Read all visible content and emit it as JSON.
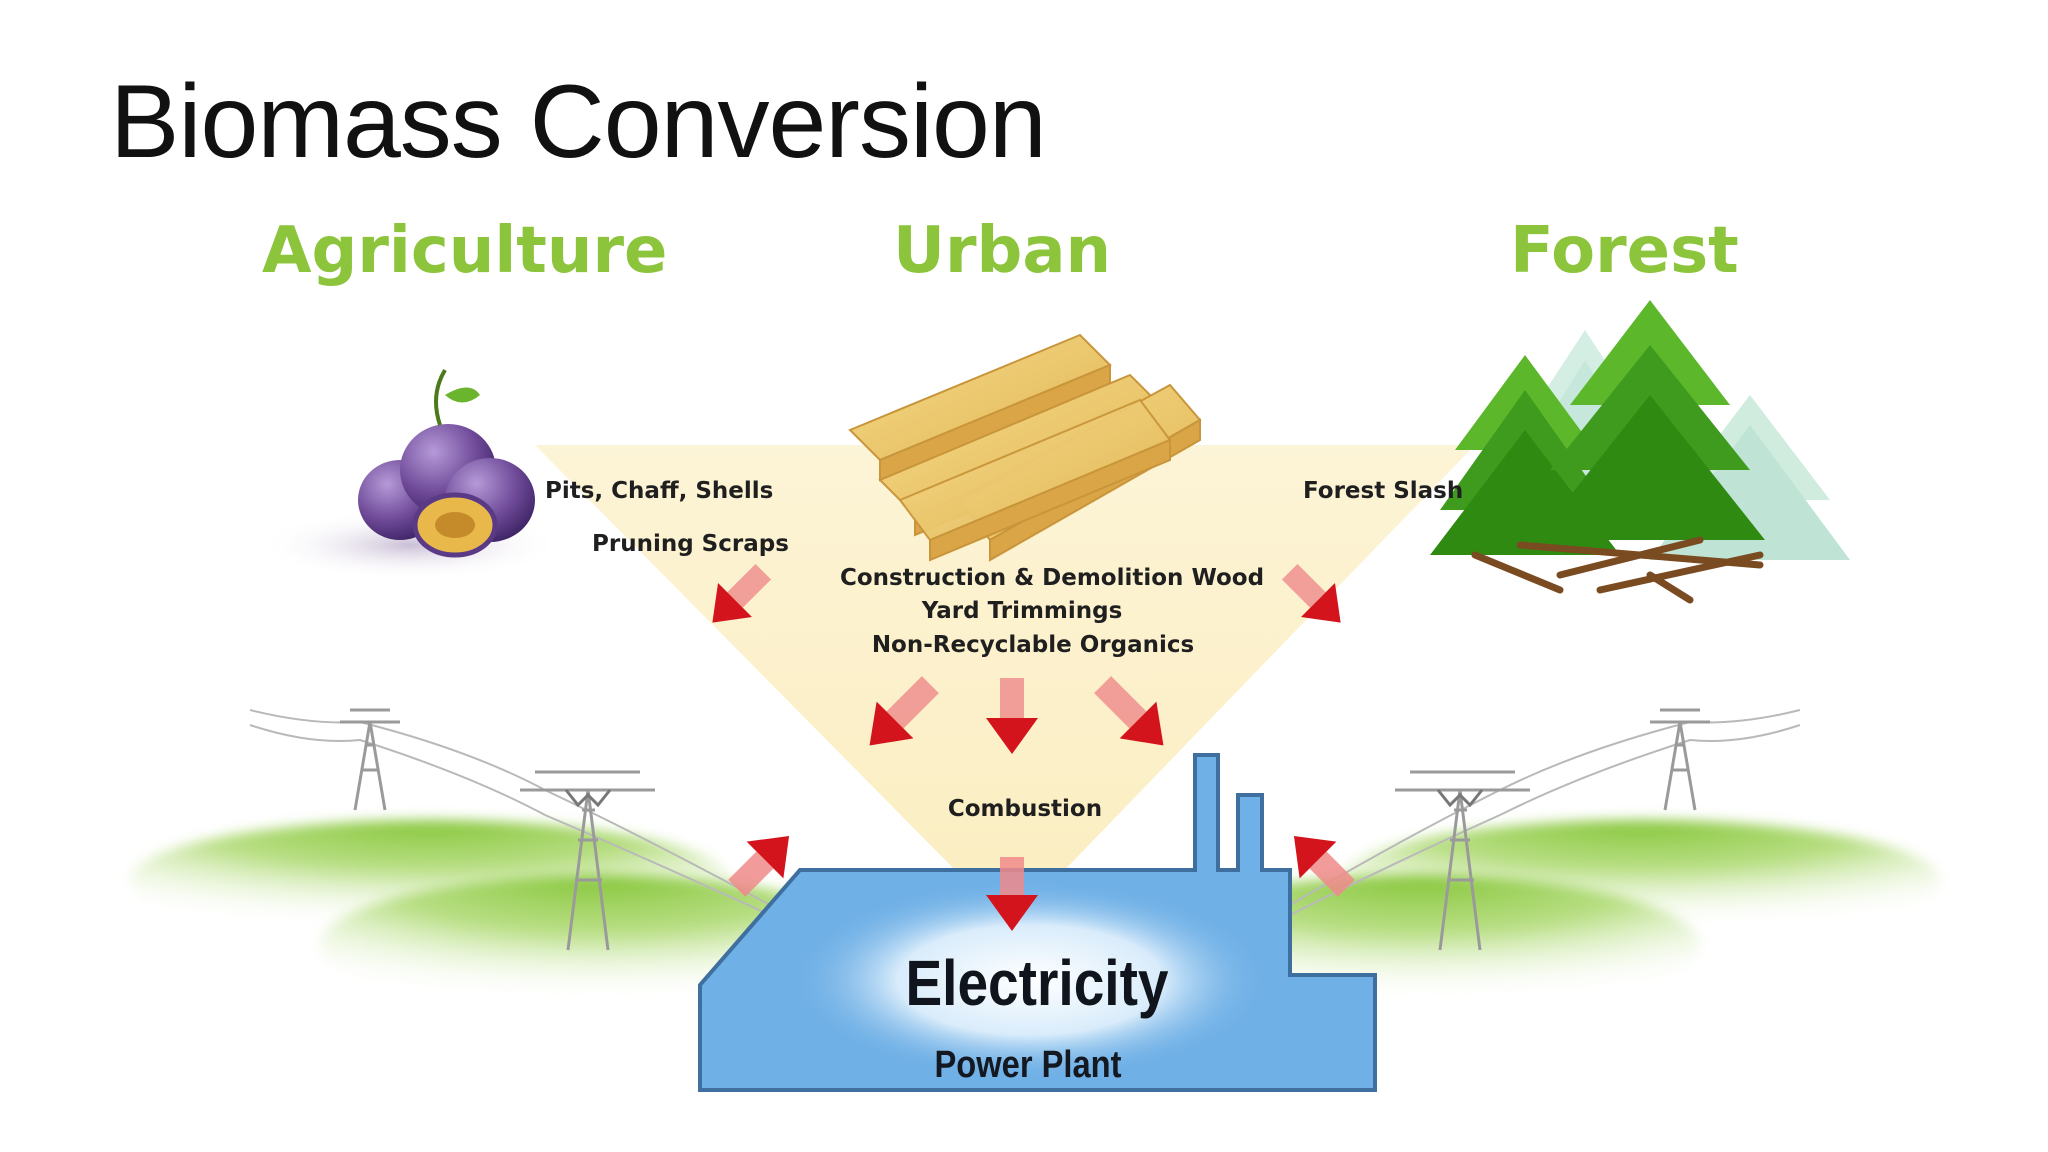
{
  "slide": {
    "title": "Biomass Conversion"
  },
  "categories": {
    "agriculture": "Agriculture",
    "urban": "Urban",
    "forest": "Forest"
  },
  "labels": {
    "agriculture_1": "Pits, Chaff, Shells",
    "agriculture_2": "Pruning Scraps",
    "urban_1": "Construction & Demolition Wood",
    "urban_2": "Yard Trimmings",
    "urban_3": "Non-Recyclable Organics",
    "forest_1": "Forest Slash",
    "process": "Combustion"
  },
  "plant": {
    "output": "Electricity",
    "name": "Power Plant"
  },
  "colors": {
    "category_green": "#8cc43c",
    "arrow_red": "#d4141c",
    "plant_blue": "#6fb0e6",
    "funnel_yellow": "#fbf1cc"
  },
  "icons": [
    "plum-icon",
    "lumber-icon",
    "pine-trees-icon",
    "transmission-tower-icon"
  ]
}
